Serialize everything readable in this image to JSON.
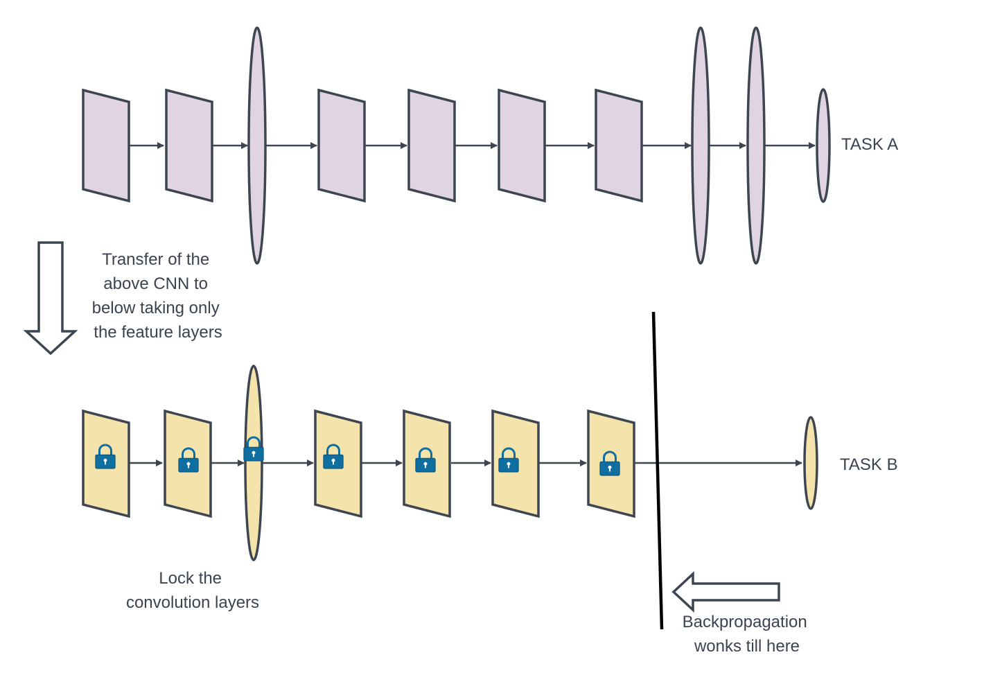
{
  "task_a_label": "TASK A",
  "task_b_label": "TASK B",
  "transfer_note": [
    "Transfer of the",
    "above CNN to",
    "below taking only",
    "the feature layers"
  ],
  "lock_note": [
    "Lock the",
    "convolution layers"
  ],
  "backprop_note": [
    "Backpropagation",
    "wonks till here"
  ],
  "colors": {
    "task_a_fill": "#e0d4e2",
    "task_b_fill": "#f4e4ab",
    "stroke": "#3d4551",
    "lock": "#0f6ea0"
  },
  "icons": {
    "lock": "padlock-icon",
    "transfer_arrow": "hollow-down-arrow",
    "backprop_arrow": "hollow-left-arrow"
  }
}
